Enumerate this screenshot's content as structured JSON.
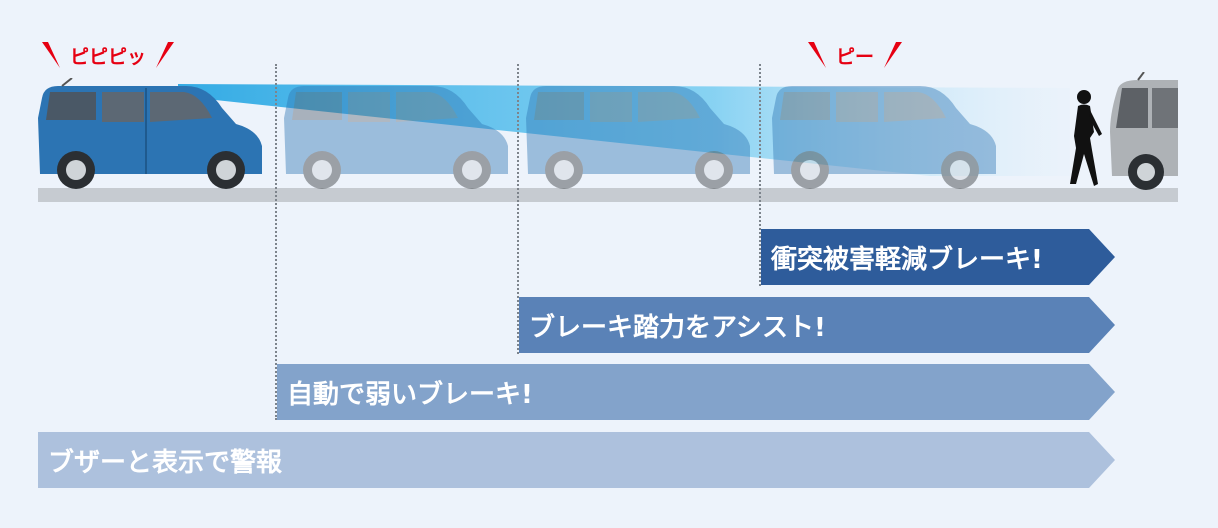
{
  "warnings": {
    "beep_fast": "ピピピッ",
    "beep_long": "ピー"
  },
  "stages": {
    "collision_brake": "衝突被害軽減ブレーキ!",
    "brake_assist": "ブレーキ踏力をアシスト!",
    "auto_weak_brake": "自動で弱いブレーキ!",
    "buzzer_alert": "ブザーと表示で警報"
  },
  "colors": {
    "collision_brake": "#2e5c9b",
    "brake_assist": "#5a82b7",
    "auto_weak_brake": "#83a3cb",
    "buzzer_alert": "#adc1dd",
    "warning_red": "#e60012",
    "car_blue": "#2c74b3",
    "sensor_beam": "#36b4e9"
  }
}
